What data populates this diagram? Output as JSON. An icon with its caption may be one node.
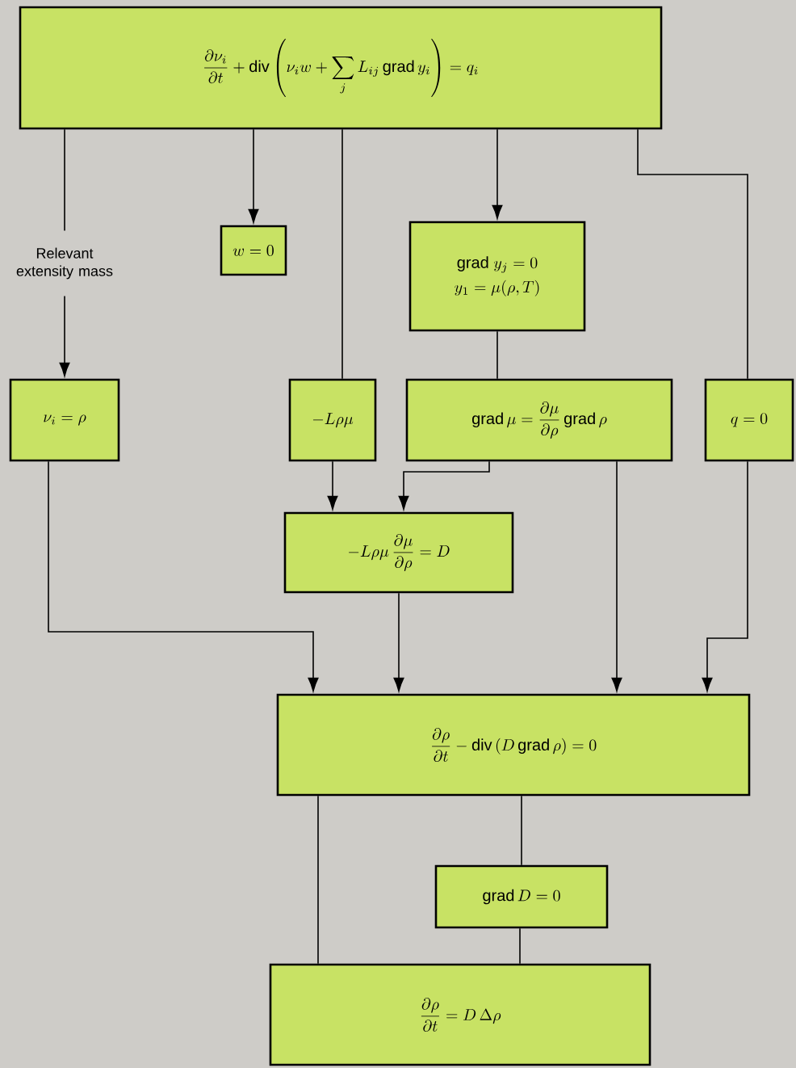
{
  "diagram": {
    "nodes": [
      {
        "text": [
          "\\frac{\\partial \\nu_i}{\\partial t} + \\mathrm{div}\\left(\\nu_i w + \\sum_j L_{ij}\\,\\mathrm{grad}\\,y_i\\right) = q_i"
        ]
      },
      {
        "text": [
          "Relevant extensity mass"
        ]
      },
      {
        "text": [
          "\\nu_i = \\rho"
        ]
      },
      {
        "text": [
          "w = 0"
        ]
      },
      {
        "text": [
          "\\mathrm{grad}\\ y_j = 0",
          "y_1 = \\mu(\\rho, T)"
        ]
      },
      {
        "text": [
          "-L\\rho\\mu"
        ]
      },
      {
        "text": [
          "\\mathrm{grad}\\,\\mu = \\frac{\\partial \\mu}{\\partial \\rho}\\,\\mathrm{grad}\\,\\rho"
        ]
      },
      {
        "text": [
          "q = 0"
        ]
      },
      {
        "text": [
          "-L\\rho\\mu\\,\\frac{\\partial \\mu}{\\partial \\rho} = D"
        ]
      },
      {
        "text": [
          "\\frac{\\partial \\rho}{\\partial t} - \\mathrm{div}\\,(D\\,\\mathrm{grad}\\,\\rho) = 0"
        ]
      },
      {
        "text": [
          "\\mathrm{grad}\\,D = 0"
        ]
      },
      {
        "text": [
          "\\frac{\\partial \\rho}{\\partial t} = D\\,\\Delta\\rho"
        ]
      }
    ],
    "edges": [
      {
        "from": 0,
        "to": 1,
        "arrow": "none"
      },
      {
        "from": 1,
        "to": 2,
        "arrow": "to"
      },
      {
        "from": 0,
        "to": 3,
        "arrow": "to"
      },
      {
        "from": 0,
        "to": 5,
        "arrow": "none"
      },
      {
        "from": 0,
        "to": 4,
        "arrow": "to"
      },
      {
        "from": 0,
        "to": 7,
        "arrow": "none"
      },
      {
        "from": 4,
        "to": 6,
        "arrow": "none"
      },
      {
        "from": 5,
        "to": 8,
        "arrow": "to"
      },
      {
        "from": 6,
        "to": 8,
        "arrow": "to"
      },
      {
        "from": 2,
        "to": 9,
        "arrow": "to"
      },
      {
        "from": 8,
        "to": 9,
        "arrow": "to"
      },
      {
        "from": 6,
        "to": 9,
        "arrow": "to"
      },
      {
        "from": 7,
        "to": 9,
        "arrow": "to"
      },
      {
        "from": 9,
        "to": 11,
        "arrow": "none"
      },
      {
        "from": 9,
        "to": 10,
        "arrow": "none"
      },
      {
        "from": 10,
        "to": 11,
        "arrow": "none"
      }
    ]
  }
}
